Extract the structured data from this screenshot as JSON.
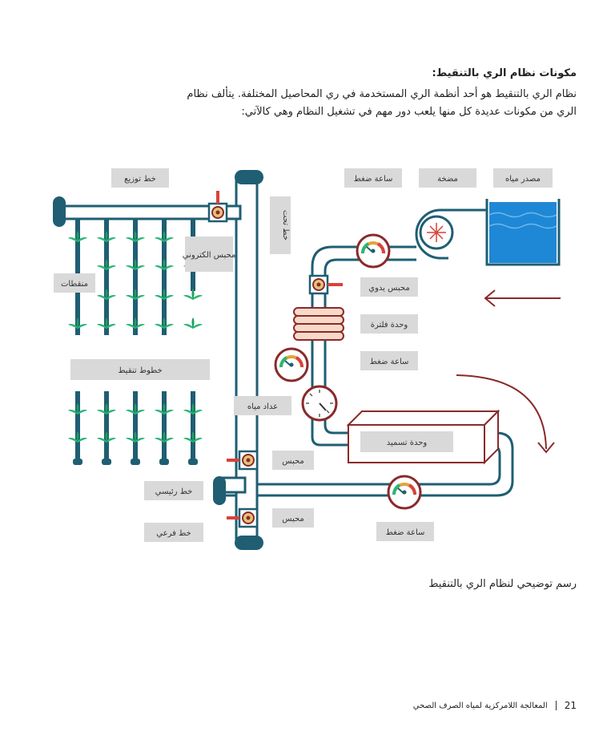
{
  "heading": "مكونات نظام الري بالتنقيط:",
  "paragraph_line1": "نظام الري بالتنقيط هو أحد أنظمة الري المستخدمة في ري المحاصيل المختلفة. يتألف نظام",
  "paragraph_line2": "الري من مكونات عديدة كل منها يلعب دور مهم في تشغيل النظام وهي كالآتي:",
  "labels": {
    "water_source": "مصدر مياه",
    "pump": "مضخة",
    "pressure_gauge_top": "ساعة ضغط",
    "distribution_line": "خط توزيع",
    "sub_line_vertical": "خط تحت",
    "electronic_valve": "محبس الكتروني",
    "drippers": "منقطات",
    "manual_valve": "محبس يدوي",
    "filter_unit": "وحدة فلترة",
    "pressure_gauge_mid": "ساعة ضغط",
    "drip_lines": "خطوط تنقيط",
    "water_meter": "عداد مياه",
    "fertilizer_unit": "وحدة تسميد",
    "valve_1": "محبس",
    "main_line": "خط رئيسي",
    "valve_2": "محبس",
    "branch_line": "خط فرعي",
    "pressure_gauge_bottom": "ساعة ضغط"
  },
  "caption": "رسم توضيحي لنظام الري بالتنقيط",
  "footer": {
    "page_number": "21",
    "title": "المعالجة اللامركزية لمياه الصرف الصحي"
  },
  "colors": {
    "pipe_outline": "#1f5e73",
    "pipe_fill": "#ffffff",
    "label_bg": "#d9d9d9",
    "arrow": "#8a2a2a",
    "water": "#1e88d6",
    "plant": "#2bb673",
    "valve_handle": "#d9423b",
    "gauge_ring": "#8a2a2a"
  }
}
